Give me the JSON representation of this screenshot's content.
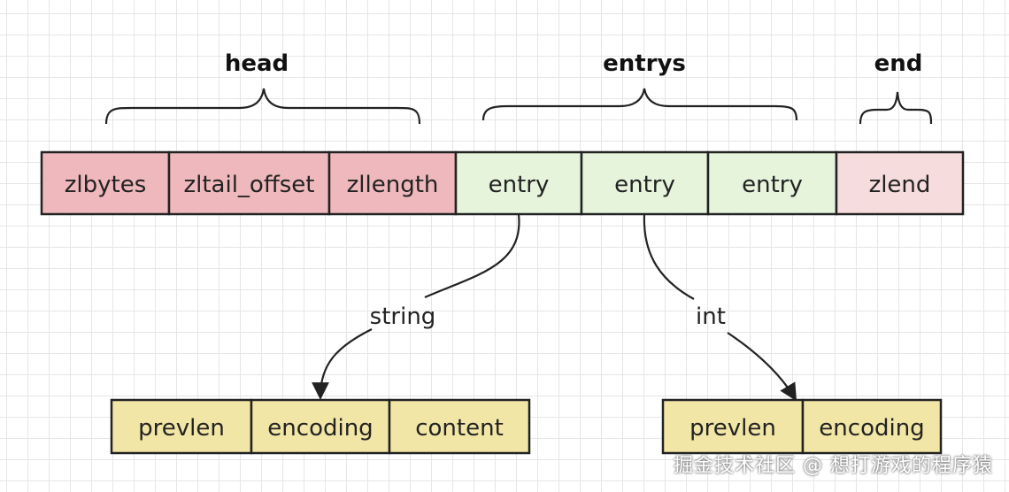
{
  "colors": {
    "head": "#efb8bc",
    "entrys": "#e6f4dc",
    "end": "#f6dcdc",
    "sub": "#f2e6a6",
    "stroke": "#222222"
  },
  "groups": {
    "head": "head",
    "entrys": "entrys",
    "end": "end"
  },
  "zip_cells": {
    "zlbytes": "zlbytes",
    "zltail_offset": "zltail_offset",
    "zllength": "zllength",
    "entry1": "entry",
    "entry2": "entry",
    "entry3": "entry",
    "zlend": "zlend"
  },
  "edges": {
    "string": "string",
    "int": "int"
  },
  "string_entry": {
    "prevlen": "prevlen",
    "encoding": "encoding",
    "content": "content"
  },
  "int_entry": {
    "prevlen": "prevlen",
    "encoding": "encoding"
  },
  "watermark": "掘金技术社区 @ 想打游戏的程序猿"
}
